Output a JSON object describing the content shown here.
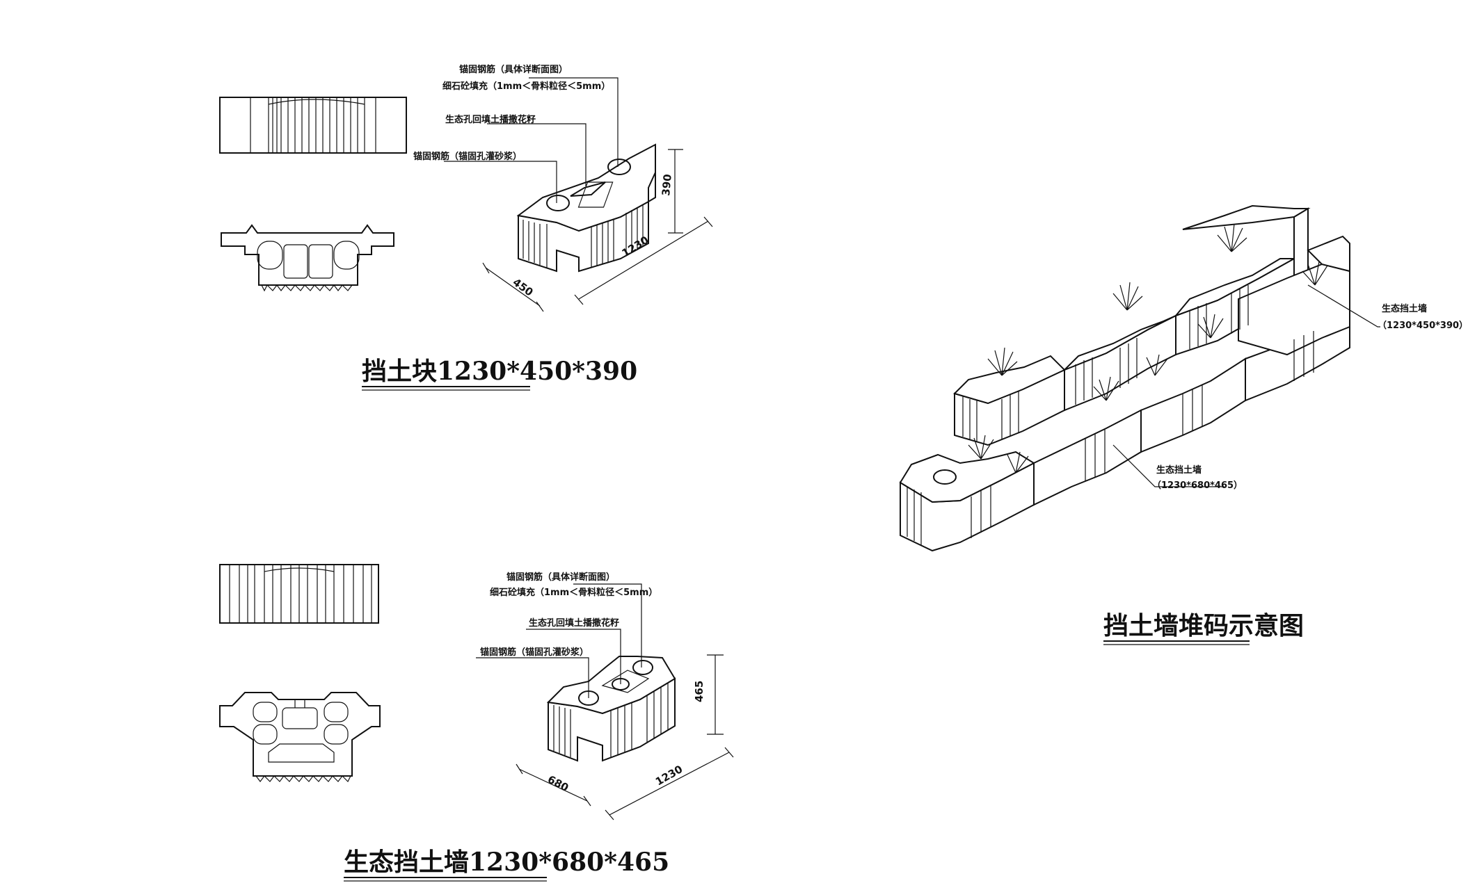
{
  "block_a": {
    "title": "挡土块1230*450*390",
    "callouts": {
      "anchor_rebar": "锚固钢筋（具体详断面图）",
      "fine_concrete": "细石砼填充（1mm＜骨料粒径＜5mm）",
      "eco_hole": "生态孔回填土播撒花籽",
      "anchor_grout": "锚固钢筋（锚固孔灌砂浆）"
    },
    "dims": {
      "height": "390",
      "depth": "450",
      "length": "1230"
    }
  },
  "block_b": {
    "title": "生态挡土墙1230*680*465",
    "callouts": {
      "anchor_rebar": "锚固钢筋（具体详断面图）",
      "fine_concrete": "细石砼填充（1mm＜骨料粒径＜5mm）",
      "eco_hole": "生态孔回填土播撒花籽",
      "anchor_grout": "锚固钢筋（锚固孔灌砂浆）"
    },
    "dims": {
      "height": "465",
      "depth": "680",
      "length": "1230"
    }
  },
  "stack": {
    "title": "挡土墙堆码示意图",
    "label_top": "生态挡土墙",
    "label_top_size": "（1230*450*390）",
    "label_bottom": "生态挡土墙",
    "label_bottom_size": "（1230*680*465）"
  }
}
